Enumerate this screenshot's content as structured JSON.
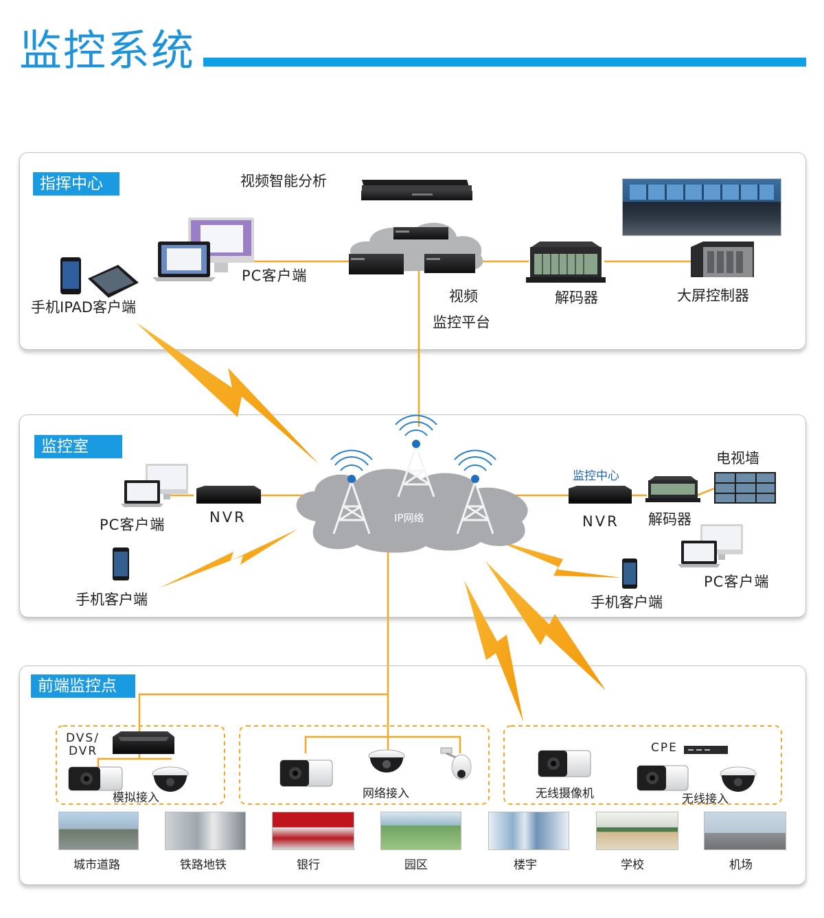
{
  "header": {
    "title": "监控系统",
    "accent_color": "#1e93d8"
  },
  "sections": {
    "command_center": {
      "label": "指挥中心",
      "items": {
        "analysis": "视频智能分析",
        "pc_client": "PC客户端",
        "mobile_client": "手机IPAD客户端",
        "platform_line1": "视频",
        "platform_line2": "监控平台",
        "decoder": "解码器",
        "big_screen": "大屏控制器"
      }
    },
    "monitor_room": {
      "label": "监控室",
      "items": {
        "pc_client_left": "PC客户端",
        "nvr_left": "NVR",
        "mobile_left": "手机客户端",
        "network": "IP网络",
        "monitor_center": "监控中心",
        "nvr_right": "NVR",
        "decoder": "解码器",
        "tv_wall": "电视墙",
        "pc_client_right": "PC客户端",
        "mobile_right": "手机客户端"
      }
    },
    "front_end": {
      "label": "前端监控点",
      "groups": {
        "dvr_line1": "DVS/",
        "dvr_line2": "DVR",
        "analog": "模拟接入",
        "network_access": "网络接入",
        "wireless_camera": "无线摄像机",
        "cpe": "CPE",
        "wireless_access": "无线接入"
      },
      "scenes": [
        "城市道路",
        "铁路地铁",
        "银行",
        "园区",
        "楼宇",
        "学校",
        "机场"
      ]
    }
  },
  "colors": {
    "accent": "#0ea0e6",
    "link_line": "#f5a623",
    "bolt": "#f5a00f",
    "cloud": "#a9aaad"
  }
}
